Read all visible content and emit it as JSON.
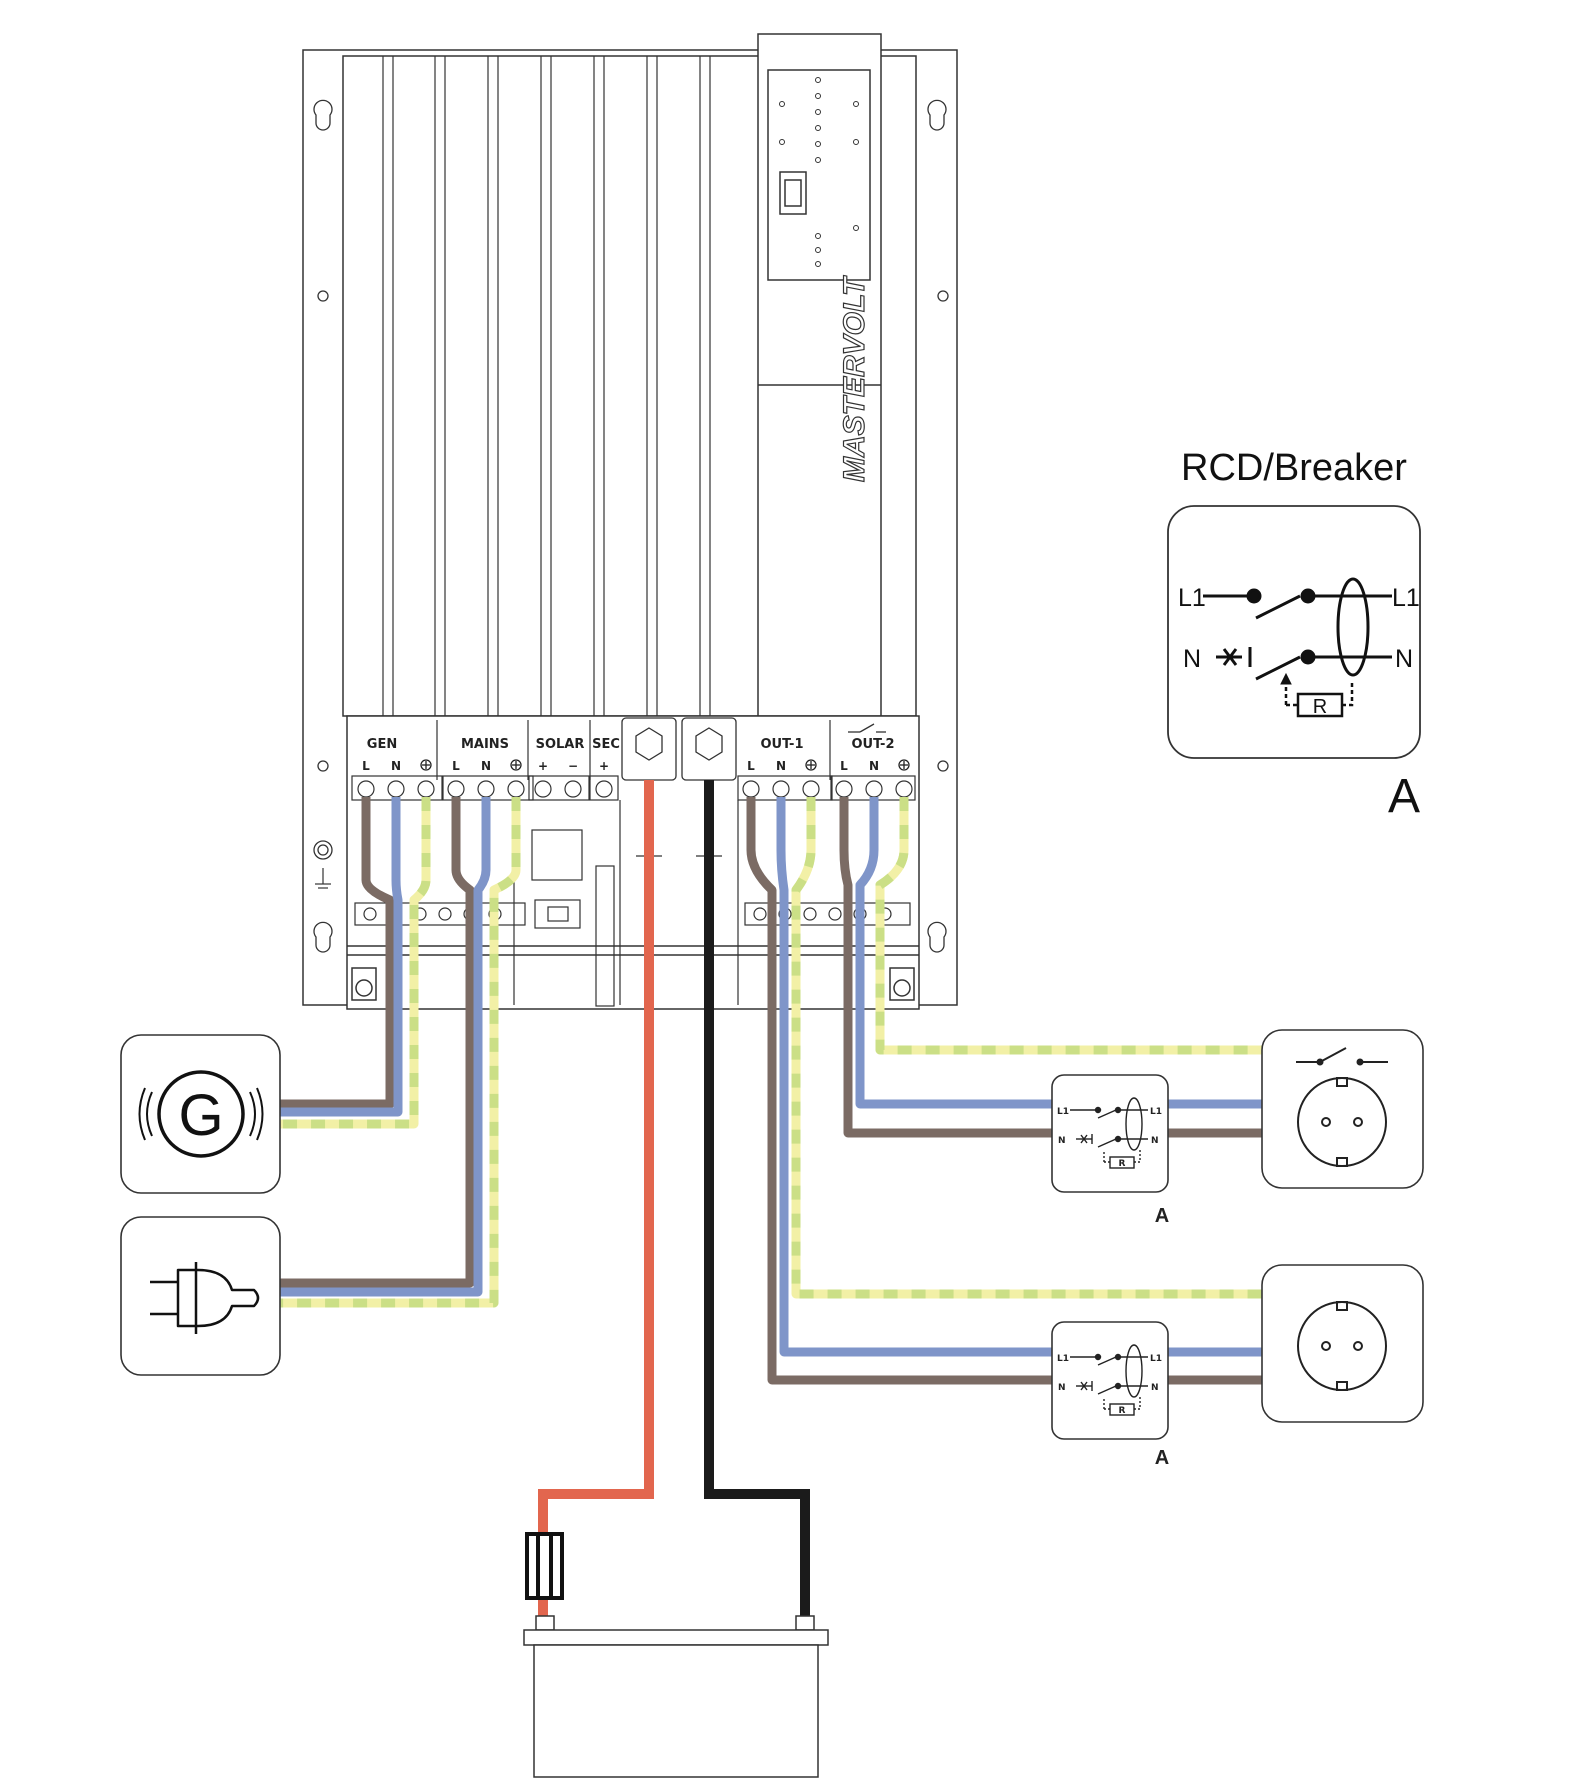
{
  "device": {
    "brand": "MASTERVOLT",
    "terminal_groups": {
      "gen": "GEN",
      "mains": "MAINS",
      "solar": "SOLAR",
      "sec": "SEC",
      "out1": "OUT-1",
      "out2": "OUT-2"
    },
    "terminal_marks": {
      "l": "L",
      "n": "N",
      "plus": "+",
      "minus": "−"
    }
  },
  "legend": {
    "title": "RCD/Breaker",
    "l1_in": "L1",
    "l1_out": "L1",
    "n_in": "N",
    "n_out": "N",
    "resistor": "R",
    "tag": "A"
  },
  "rcd_units": [
    {
      "l1_in": "L1",
      "l1_out": "L1",
      "n_in": "N",
      "n_out": "N",
      "resistor": "R",
      "tag": "A"
    },
    {
      "l1_in": "L1",
      "l1_out": "L1",
      "n_in": "N",
      "n_out": "N",
      "resistor": "R",
      "tag": "A"
    }
  ],
  "sources": {
    "generator_symbol": "G"
  },
  "colors": {
    "live_brown": "#7b6b64",
    "neutral_blue": "#7f95c9",
    "earth_yellow": "#f2f0a6",
    "earth_green": "#cbdf86",
    "battery_positive": "#e2664e",
    "battery_negative": "#1b1b1b",
    "outline": "#333333"
  }
}
